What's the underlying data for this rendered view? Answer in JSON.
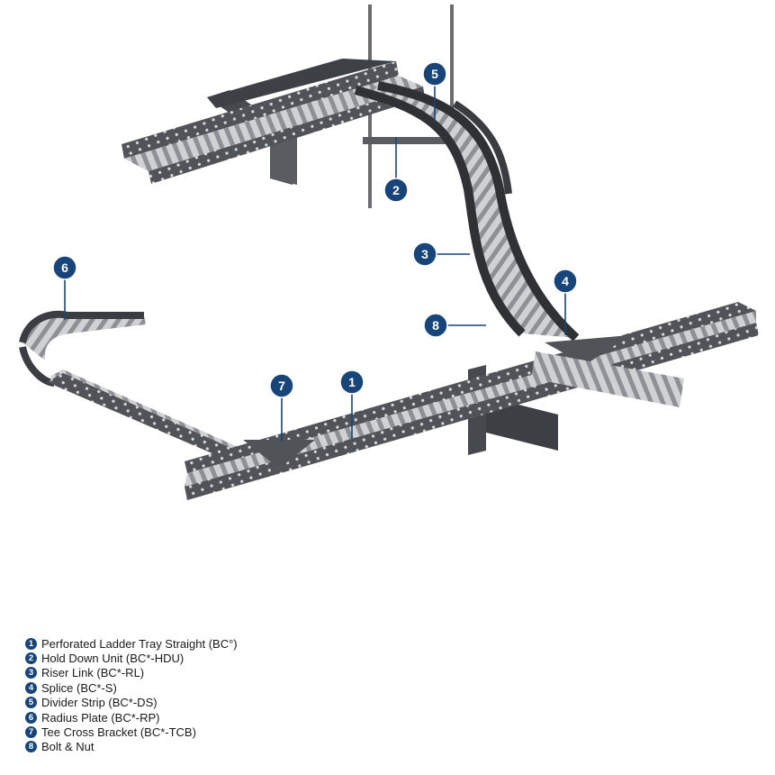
{
  "colors": {
    "callout": "#17457a",
    "tray_dark": "#3b3d40",
    "tray_mid": "#66696d",
    "rung": "#c9cbcd"
  },
  "callouts": [
    "1",
    "2",
    "3",
    "4",
    "5",
    "6",
    "7",
    "8"
  ],
  "legend": [
    {
      "num": "1",
      "label": "Perforated Ladder Tray Straight (BC°)"
    },
    {
      "num": "2",
      "label": "Hold Down Unit (BC*-HDU)"
    },
    {
      "num": "3",
      "label": "Riser Link (BC*-RL)"
    },
    {
      "num": "4",
      "label": "Splice (BC*-S)"
    },
    {
      "num": "5",
      "label": "Divider Strip (BC*-DS)"
    },
    {
      "num": "6",
      "label": "Radius Plate (BC*-RP)"
    },
    {
      "num": "7",
      "label": "Tee Cross Bracket (BC*-TCB)"
    },
    {
      "num": "8",
      "label": "Bolt & Nut"
    }
  ]
}
